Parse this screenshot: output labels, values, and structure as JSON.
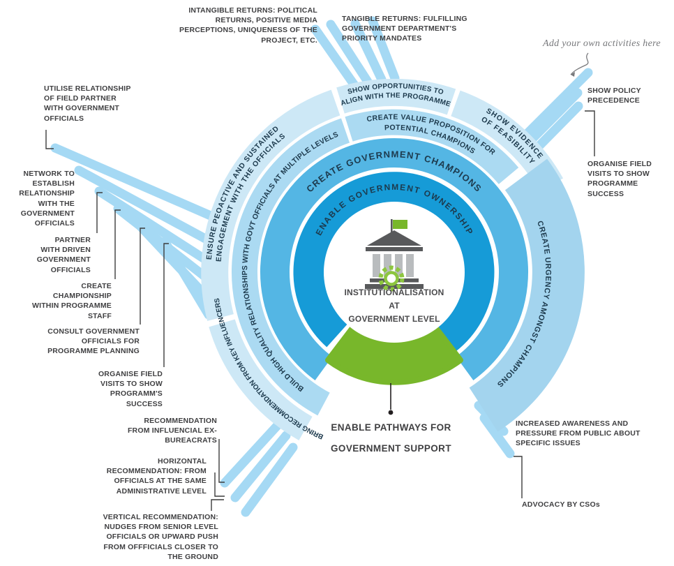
{
  "center": {
    "label": "INSTITUTIONALISATION\nAT\nGOVERNMENT LEVEL",
    "icon": "government-building-icon"
  },
  "rings": {
    "enable_ownership": "ENABLE GOVERNMENT OWNERSHIP",
    "create_champions": "CREATE GOVERNMENT CHAMPIONS",
    "build_high_quality": "BUILD HIGH QUALITY RELATIONSHIPS WITH GOVT OFFICIALS AT MULTIPLE LEVELS",
    "bring_recommendation": "BRING RECOMMENDATION FROM KEY INFLUENCERS",
    "create_urgency": "CREATE URGENCY AMONGST CHAMPIONS",
    "value_prop_line1": "CREATE VALUE PROPOSITION FOR",
    "value_prop_line2": "POTENTIAL CHAMPIONS",
    "ensure_line1": "ENSURE PEOACTIVE AND SUSTAINED",
    "ensure_line2": "ENGAGEMENT WITH THE OFFICIALS",
    "show_opp_line1": "SHOW OPPORTUNITIES TO",
    "show_opp_line2": "ALIGN WITH THE PROGRAMME",
    "show_ev_line1": "SHOW EVIDENCE",
    "show_ev_line2": "OF FEASIBILITY"
  },
  "green_arc": {
    "label": "ENABLE PATHWAYS FOR\nGOVERNMENT SUPPORT"
  },
  "annotation": "Add your own activities here",
  "callouts": {
    "intangible": "INTANGIBLE RETURNS: POLITICAL\nRETURNS, POSITIVE MEDIA\nPERCEPTIONS, UNIQUENESS OF THE\nPROJECT, ETC.",
    "tangible": "TANGIBLE RETURNS: FULFILLING\nGOVERNMENT DEPARTMENT'S\nPRIORITY MANDATES",
    "show_policy": "SHOW POLICY\nPRECEDENCE",
    "organise_right": "ORGANISE FIELD\nVISITS TO SHOW\nPROGRAMME\nSUCCESS",
    "utilise": "UTILISE RELATIONSHIP\nOF FIELD PARTNER\nWITH GOVERNMENT\nOFFICIALS",
    "network": "NETWORK TO\nESTABLISH\nRELATIONSHIP\nWITH THE\nGOVERNMENT\nOFFICIALS",
    "partner": "PARTNER\nWITH DRIVEN\nGOVERNMENT\nOFFICIALS",
    "create_championship": "CREATE\nCHAMPIONSHIP\nWITHIN PROGRAMME\nSTAFF",
    "consult": "CONSULT GOVERNMENT\nOFFICIALS FOR\nPROGRAMME PLANNING",
    "organise_left": "ORGANISE FIELD\nVISITS TO SHOW\nPROGRAMM'S\nSUCCESS",
    "rec_ex": "RECOMMENDATION\nFROM INFLUENCIAL EX-\nBUREACRATS",
    "horizontal_rec": "HORIZONTAL\nRECOMMENDATION: FROM\nOFFICIALS AT THE SAME\nADMINISTRATIVE LEVEL",
    "vertical_rec": "VERTICAL RECOMMENDATION:\nNUDGES FROM SENIOR LEVEL\nOFFICIALS OR UPWARD PUSH\nFROM OFFFICIALS CLOSER TO\nTHE GROUND",
    "increased_awareness": "INCREASED AWARENESS AND\nPRESSURE FROM PUBLIC ABOUT\nSPECIFIC ISSUES",
    "advocacy": "ADVOCACY BY CSOs"
  },
  "colors": {
    "ring_inner_blue": "#169bd7",
    "ring_mid_blue": "#54b6e4",
    "ring_light_blue": "#abdaf2",
    "ring_lightest_blue": "#cde8f6",
    "green": "#78b72b",
    "gear_green": "#8dc63f",
    "ray_blue": "#a5d9f4",
    "label_text": "#3f3f41"
  }
}
